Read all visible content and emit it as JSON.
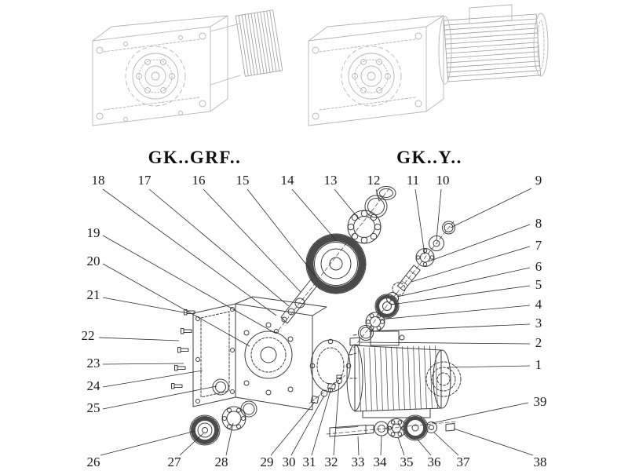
{
  "titles": {
    "left": "GK..GRF..",
    "right": "GK..Y.."
  },
  "callouts": [
    {
      "label": "18",
      "text": [
        125,
        235
      ],
      "line": [
        131,
        241,
        352,
        402
      ]
    },
    {
      "label": "17",
      "text": [
        184,
        235
      ],
      "line": [
        190,
        241,
        368,
        390
      ]
    },
    {
      "label": "16",
      "text": [
        253,
        235
      ],
      "line": [
        259,
        241,
        383,
        372
      ]
    },
    {
      "label": "15",
      "text": [
        309,
        235
      ],
      "line": [
        315,
        241,
        402,
        352
      ]
    },
    {
      "label": "14",
      "text": [
        366,
        235
      ],
      "line": [
        372,
        241,
        428,
        306
      ]
    },
    {
      "label": "13",
      "text": [
        421,
        235
      ],
      "line": [
        426,
        241,
        458,
        280
      ]
    },
    {
      "label": "12",
      "text": [
        476,
        235
      ],
      "line": [
        479,
        241,
        483,
        256
      ]
    },
    {
      "label": "11",
      "text": [
        526,
        235
      ],
      "line": [
        529,
        241,
        541,
        324
      ]
    },
    {
      "label": "10",
      "text": [
        564,
        235
      ],
      "line": [
        562,
        241,
        556,
        306
      ]
    },
    {
      "label": "9",
      "text": [
        686,
        235
      ],
      "line": [
        677,
        240,
        574,
        290
      ]
    },
    {
      "label": "8",
      "text": [
        686,
        290
      ],
      "line": [
        675,
        286,
        546,
        333
      ]
    },
    {
      "label": "7",
      "text": [
        686,
        318
      ],
      "line": [
        675,
        314,
        524,
        359
      ]
    },
    {
      "label": "6",
      "text": [
        686,
        345
      ],
      "line": [
        675,
        341,
        506,
        378
      ]
    },
    {
      "label": "5",
      "text": [
        686,
        368
      ],
      "line": [
        675,
        364,
        498,
        388
      ]
    },
    {
      "label": "4",
      "text": [
        686,
        393
      ],
      "line": [
        675,
        389,
        483,
        407
      ]
    },
    {
      "label": "3",
      "text": [
        686,
        417
      ],
      "line": [
        675,
        413,
        470,
        422
      ]
    },
    {
      "label": "2",
      "text": [
        686,
        442
      ],
      "line": [
        675,
        438,
        458,
        436
      ]
    },
    {
      "label": "1",
      "text": [
        686,
        470
      ],
      "line": [
        675,
        466,
        570,
        468
      ]
    },
    {
      "label": "39",
      "text": [
        688,
        517
      ],
      "line": [
        673,
        513,
        550,
        539
      ]
    },
    {
      "label": "19",
      "text": [
        119,
        302
      ],
      "line": [
        131,
        300,
        350,
        424
      ]
    },
    {
      "label": "20",
      "text": [
        119,
        338
      ],
      "line": [
        131,
        336,
        318,
        441
      ]
    },
    {
      "label": "21",
      "text": [
        119,
        381
      ],
      "line": [
        131,
        379,
        240,
        399
      ]
    },
    {
      "label": "22",
      "text": [
        112,
        433
      ],
      "line": [
        126,
        430,
        228,
        434
      ]
    },
    {
      "label": "23",
      "text": [
        119,
        468
      ],
      "line": [
        131,
        464,
        234,
        463
      ]
    },
    {
      "label": "24",
      "text": [
        119,
        497
      ],
      "line": [
        131,
        493,
        258,
        472
      ]
    },
    {
      "label": "25",
      "text": [
        119,
        525
      ],
      "line": [
        131,
        521,
        276,
        492
      ]
    },
    {
      "label": "26",
      "text": [
        119,
        594
      ],
      "line": [
        128,
        580,
        249,
        549
      ]
    },
    {
      "label": "27",
      "text": [
        222,
        594
      ],
      "line": [
        229,
        580,
        259,
        552
      ]
    },
    {
      "label": "28",
      "text": [
        282,
        594
      ],
      "line": [
        288,
        580,
        297,
        539
      ]
    },
    {
      "label": "29",
      "text": [
        340,
        594
      ],
      "line": [
        345,
        580,
        401,
        512
      ]
    },
    {
      "label": "30",
      "text": [
        368,
        594
      ],
      "line": [
        371,
        580,
        413,
        504
      ]
    },
    {
      "label": "31",
      "text": [
        394,
        594
      ],
      "line": [
        397,
        580,
        422,
        494
      ]
    },
    {
      "label": "32",
      "text": [
        422,
        594
      ],
      "line": [
        425,
        580,
        432,
        488
      ]
    },
    {
      "label": "33",
      "text": [
        456,
        594
      ],
      "line": [
        457,
        580,
        456,
        556
      ]
    },
    {
      "label": "34",
      "text": [
        484,
        594
      ],
      "line": [
        485,
        580,
        486,
        555
      ]
    },
    {
      "label": "35",
      "text": [
        518,
        594
      ],
      "line": [
        515,
        580,
        507,
        557
      ]
    },
    {
      "label": "36",
      "text": [
        553,
        594
      ],
      "line": [
        549,
        580,
        532,
        560
      ]
    },
    {
      "label": "37",
      "text": [
        590,
        594
      ],
      "line": [
        584,
        580,
        553,
        551
      ]
    },
    {
      "label": "38",
      "text": [
        688,
        594
      ],
      "line": [
        679,
        580,
        578,
        546
      ]
    }
  ]
}
